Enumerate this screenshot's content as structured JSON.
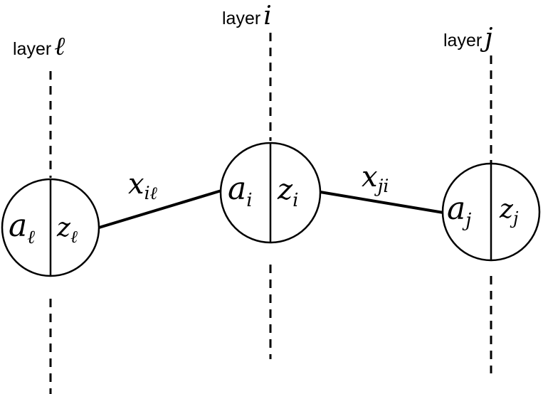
{
  "layers": [
    {
      "id": "l",
      "prefix": "layer",
      "symbol": "ℓ"
    },
    {
      "id": "i",
      "prefix": "layer",
      "symbol": "i"
    },
    {
      "id": "j",
      "prefix": "layer",
      "symbol": "j"
    }
  ],
  "nodes": {
    "l": {
      "a_base": "a",
      "a_sub": "ℓ",
      "z_base": "z",
      "z_sub": "ℓ"
    },
    "i": {
      "a_base": "a",
      "a_sub": "i",
      "z_base": "z",
      "z_sub": "i"
    },
    "j": {
      "a_base": "a",
      "a_sub": "j",
      "z_base": "z",
      "z_sub": "j"
    }
  },
  "edges": [
    {
      "from": "l",
      "to": "i",
      "label_base": "x",
      "label_sub": "iℓ"
    },
    {
      "from": "i",
      "to": "j",
      "label_base": "x",
      "label_sub": "ji"
    }
  ]
}
